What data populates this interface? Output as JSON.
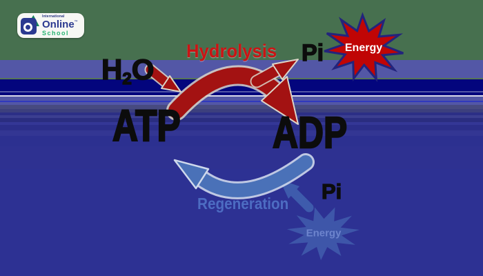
{
  "logo": {
    "international": "International",
    "online": "Online",
    "trademark": "™",
    "school": "School"
  },
  "diagram": {
    "atp": "ATP",
    "adp": "ADP",
    "h2o": {
      "element": "H",
      "subscript": "2",
      "suffix": "O"
    },
    "hydrolysis": "Hydrolysis",
    "regeneration": "Regeneration",
    "pi_top": "Pi",
    "pi_bottom": "Pi",
    "energy_released": "Energy",
    "energy_input": "Energy"
  },
  "colors": {
    "band-green": "#47704f",
    "band-slate": "#5357a6",
    "band-navy": "#03057d",
    "band-royal": "#2d3193",
    "arrow-red": "#a31212",
    "text-red": "#cb1414",
    "energy-red": "#c00505",
    "arrow-blue": "#4a71b8",
    "text-blue": "#4f70c5",
    "energy-blue-fill": "#3e56a9",
    "energy-blue-text": "#6d84cd",
    "small-arrow-blue": "#3f5eae",
    "logo-blue": "#2b3990",
    "logo-green": "#29b473",
    "text-black": "#0c0c0c"
  }
}
